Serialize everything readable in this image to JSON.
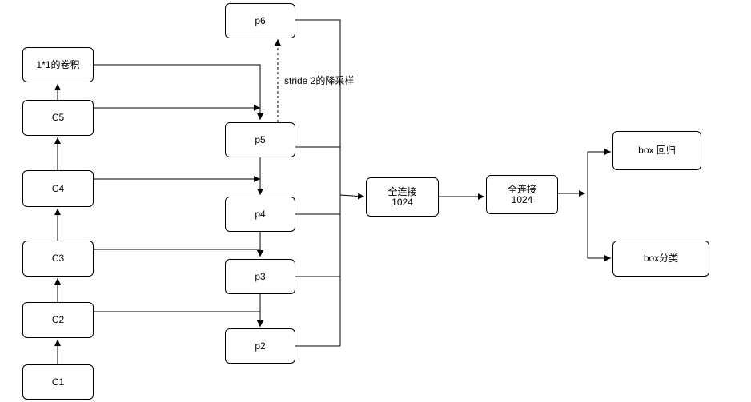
{
  "nodes": {
    "conv1x1": "1*1的卷积",
    "c5": "C5",
    "c4": "C4",
    "c3": "C3",
    "c2": "C2",
    "c1": "C1",
    "p6": "p6",
    "p5": "p5",
    "p4": "p4",
    "p3": "p3",
    "p2": "p2",
    "fc1": "全连接\n1024",
    "fc2": "全连接\n1024",
    "box_reg": "box 回归",
    "box_cls": "box分类"
  },
  "edge_labels": {
    "stride": "stride 2的降采样"
  }
}
